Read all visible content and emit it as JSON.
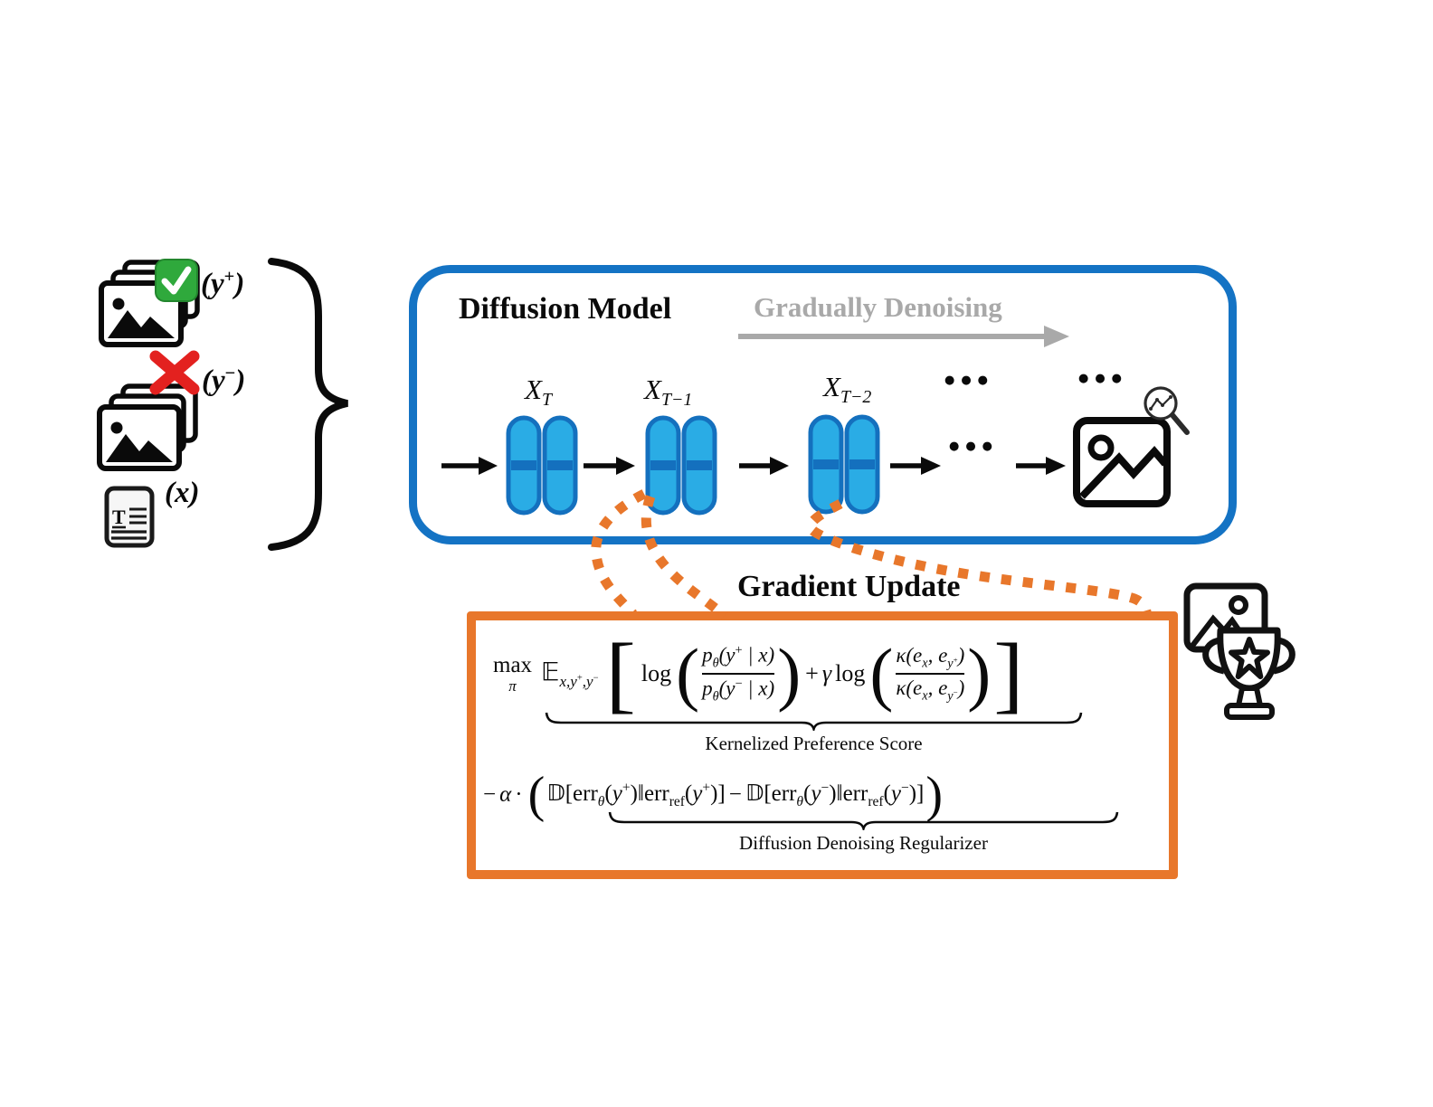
{
  "left_inputs": {
    "positive": {
      "open": "(",
      "var": "y",
      "sign": "+",
      "close": ")"
    },
    "negative": {
      "open": "(",
      "var": "y",
      "sign": "−",
      "close": ")"
    },
    "prompt": {
      "open": "(",
      "var": "x",
      "close": ")"
    },
    "doc_letter": "T"
  },
  "diffusion_box": {
    "title": "Diffusion Model",
    "denoising_label": "Gradually Denoising",
    "steps": [
      {
        "base": "X",
        "sub": "T"
      },
      {
        "base": "X",
        "sub": "T−1"
      },
      {
        "base": "X",
        "sub": "T−2"
      }
    ],
    "ellipsis_top_1": "●●●",
    "ellipsis_top_2": "●●●",
    "ellipsis_mid": "●●●"
  },
  "gradient_box": {
    "title": "Gradient Update",
    "formula": {
      "max": "max",
      "max_sub": "π",
      "expect": "𝔼",
      "expect_sub": [
        "x,y",
        "+",
        ",y",
        "−"
      ],
      "lbracket": "[",
      "rbracket": "]",
      "lparen": "(",
      "rparen": ")",
      "log1": "log",
      "plus": "+",
      "gamma": "γ",
      "log2": "log",
      "frac1": {
        "num": [
          "p",
          "θ",
          "(y",
          "+",
          " | x)"
        ],
        "den": [
          "p",
          "θ",
          "(y",
          "−",
          " | x)"
        ]
      },
      "frac2": {
        "num": [
          "κ(e",
          "x",
          ", e",
          "y",
          "+",
          ")"
        ],
        "den": [
          "κ(e",
          "x",
          ", e",
          "y",
          "−",
          ")"
        ]
      },
      "brace1_label": "Kernelized Preference Score",
      "minus": "−",
      "alpha": "α",
      "cdot": "·",
      "d1": [
        "𝔻",
        "[err",
        "θ",
        "(",
        "y",
        "+",
        ")‖err",
        "ref",
        "(",
        "y",
        "+",
        ")]"
      ],
      "dminus": "−",
      "d2": [
        "𝔻",
        "[err",
        "θ",
        "(",
        "y",
        "−",
        ")‖err",
        "ref",
        "(",
        "y",
        "−",
        ")]"
      ],
      "brace2_label": "Diffusion Denoising Regularizer"
    }
  },
  "colors": {
    "blue_border": "#1473C4",
    "capsule_fill": "#2AACE5",
    "capsule_dark": "#1470BE",
    "orange": "#E8772B",
    "gray": "#A9A9A9",
    "green_check": "#2FA93C",
    "red_cross": "#E3211F"
  }
}
